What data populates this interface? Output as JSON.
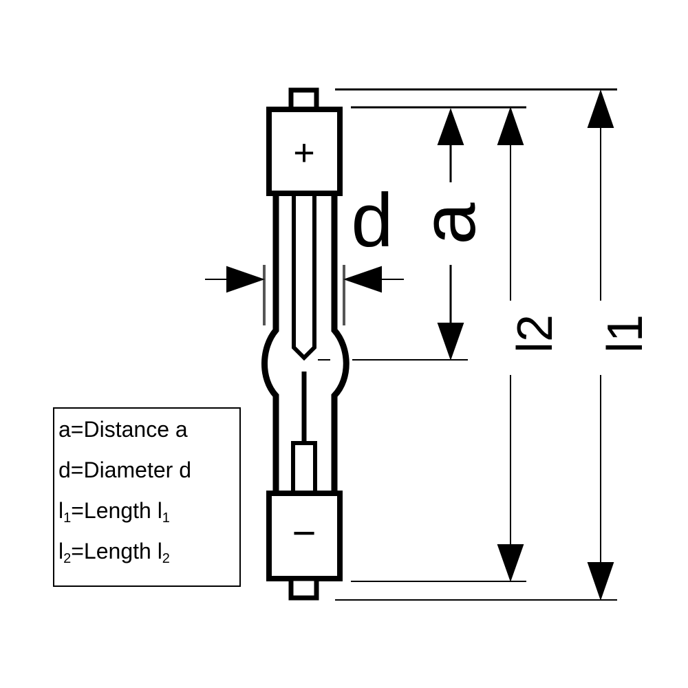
{
  "diagram": {
    "symbols": {
      "plus": "+",
      "minus": "−"
    },
    "dimension_labels": {
      "a": "a",
      "d": "d",
      "l1": "l1",
      "l2": "l2"
    },
    "legend": [
      {
        "text": "a=Distance a"
      },
      {
        "text": "d=Diameter d"
      },
      {
        "pre": "l",
        "sub1": "1",
        "mid": "=Length l",
        "sub2": "1"
      },
      {
        "pre": "l",
        "sub1": "2",
        "mid": "=Length l",
        "sub2": "2"
      }
    ]
  }
}
